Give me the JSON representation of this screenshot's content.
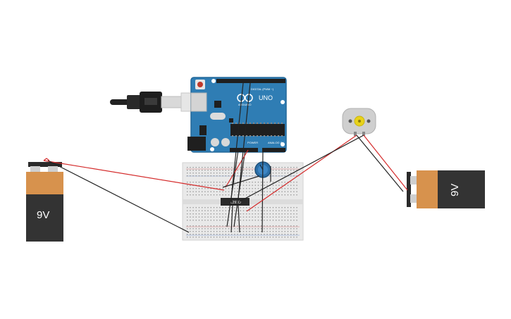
{
  "arduino": {
    "model_label": "UNO",
    "brand_label": "ARDUINO",
    "digital_label": "DIGITAL (PWM ~)",
    "power_label": "POWER",
    "analog_label": "ANALOG IN"
  },
  "chip": {
    "label": "L293D"
  },
  "battery_left": {
    "label": "9V"
  },
  "battery_right": {
    "label": "9V"
  },
  "colors": {
    "board_blue": "#2f7db4",
    "battery_orange": "#d7924d",
    "battery_body": "#333333",
    "wire_red": "#d42b2b",
    "wire_black": "#222222",
    "pot_blue": "#2b6fa8",
    "motor_yellow": "#e8d21a"
  }
}
